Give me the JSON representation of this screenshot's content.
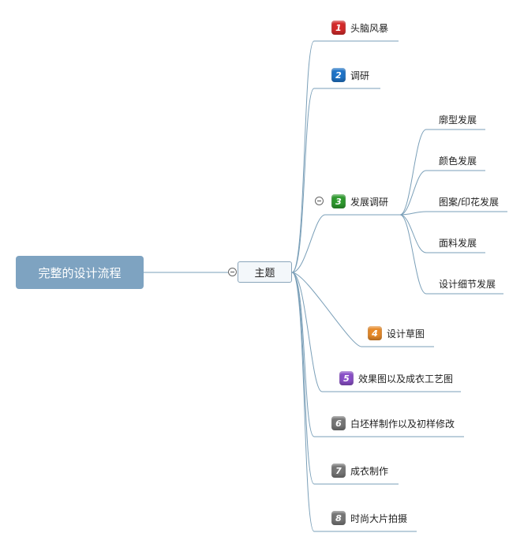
{
  "root": {
    "label": "完整的设计流程"
  },
  "topic": {
    "label": "主题"
  },
  "branches": [
    {
      "num": "1",
      "label": "头脑风暴",
      "color": "#d42a2a"
    },
    {
      "num": "2",
      "label": "调研",
      "color": "#1f74c8"
    },
    {
      "num": "3",
      "label": "发展调研",
      "color": "#2e9a2e"
    },
    {
      "num": "4",
      "label": "设计草图",
      "color": "#e88b2a"
    },
    {
      "num": "5",
      "label": "效果图以及成衣工艺图",
      "color": "#8a4fc8"
    },
    {
      "num": "6",
      "label": "白坯样制作以及初样修改",
      "color": "#777777"
    },
    {
      "num": "7",
      "label": "成衣制作",
      "color": "#777777"
    },
    {
      "num": "8",
      "label": "时尚大片拍摄",
      "color": "#777777"
    }
  ],
  "sub_branches": [
    {
      "label": "廓型发展"
    },
    {
      "label": "颜色发展"
    },
    {
      "label": "图案/印花发展"
    },
    {
      "label": "面料发展"
    },
    {
      "label": "设计细节发展"
    }
  ],
  "colors": {
    "line": "#7a9fb8"
  }
}
